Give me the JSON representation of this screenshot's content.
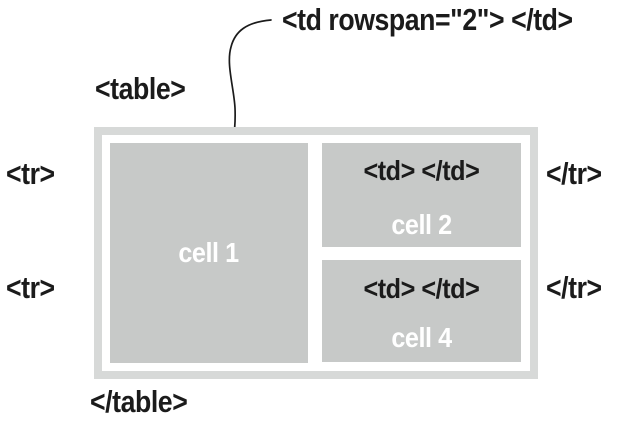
{
  "colors": {
    "cell_fill": "#c7c9c8",
    "frame_border": "#d7d9d8",
    "ink": "#1b1b1b",
    "cell_text": "#ffffff",
    "bg": "#ffffff"
  },
  "annotation": {
    "rowspan_label": "<td rowspan=\"2\"> </td>"
  },
  "table": {
    "open_tag": "<table>",
    "close_tag": "</table>"
  },
  "rows": [
    {
      "open_tag": "<tr>",
      "close_tag": "</tr>"
    },
    {
      "open_tag": "<tr>",
      "close_tag": "</tr>"
    }
  ],
  "cells": {
    "cell1": {
      "label": "cell 1"
    },
    "cell2": {
      "tags": "<td> </td>",
      "label": "cell 2"
    },
    "cell4": {
      "tags": "<td> </td>",
      "label": "cell 4"
    }
  }
}
